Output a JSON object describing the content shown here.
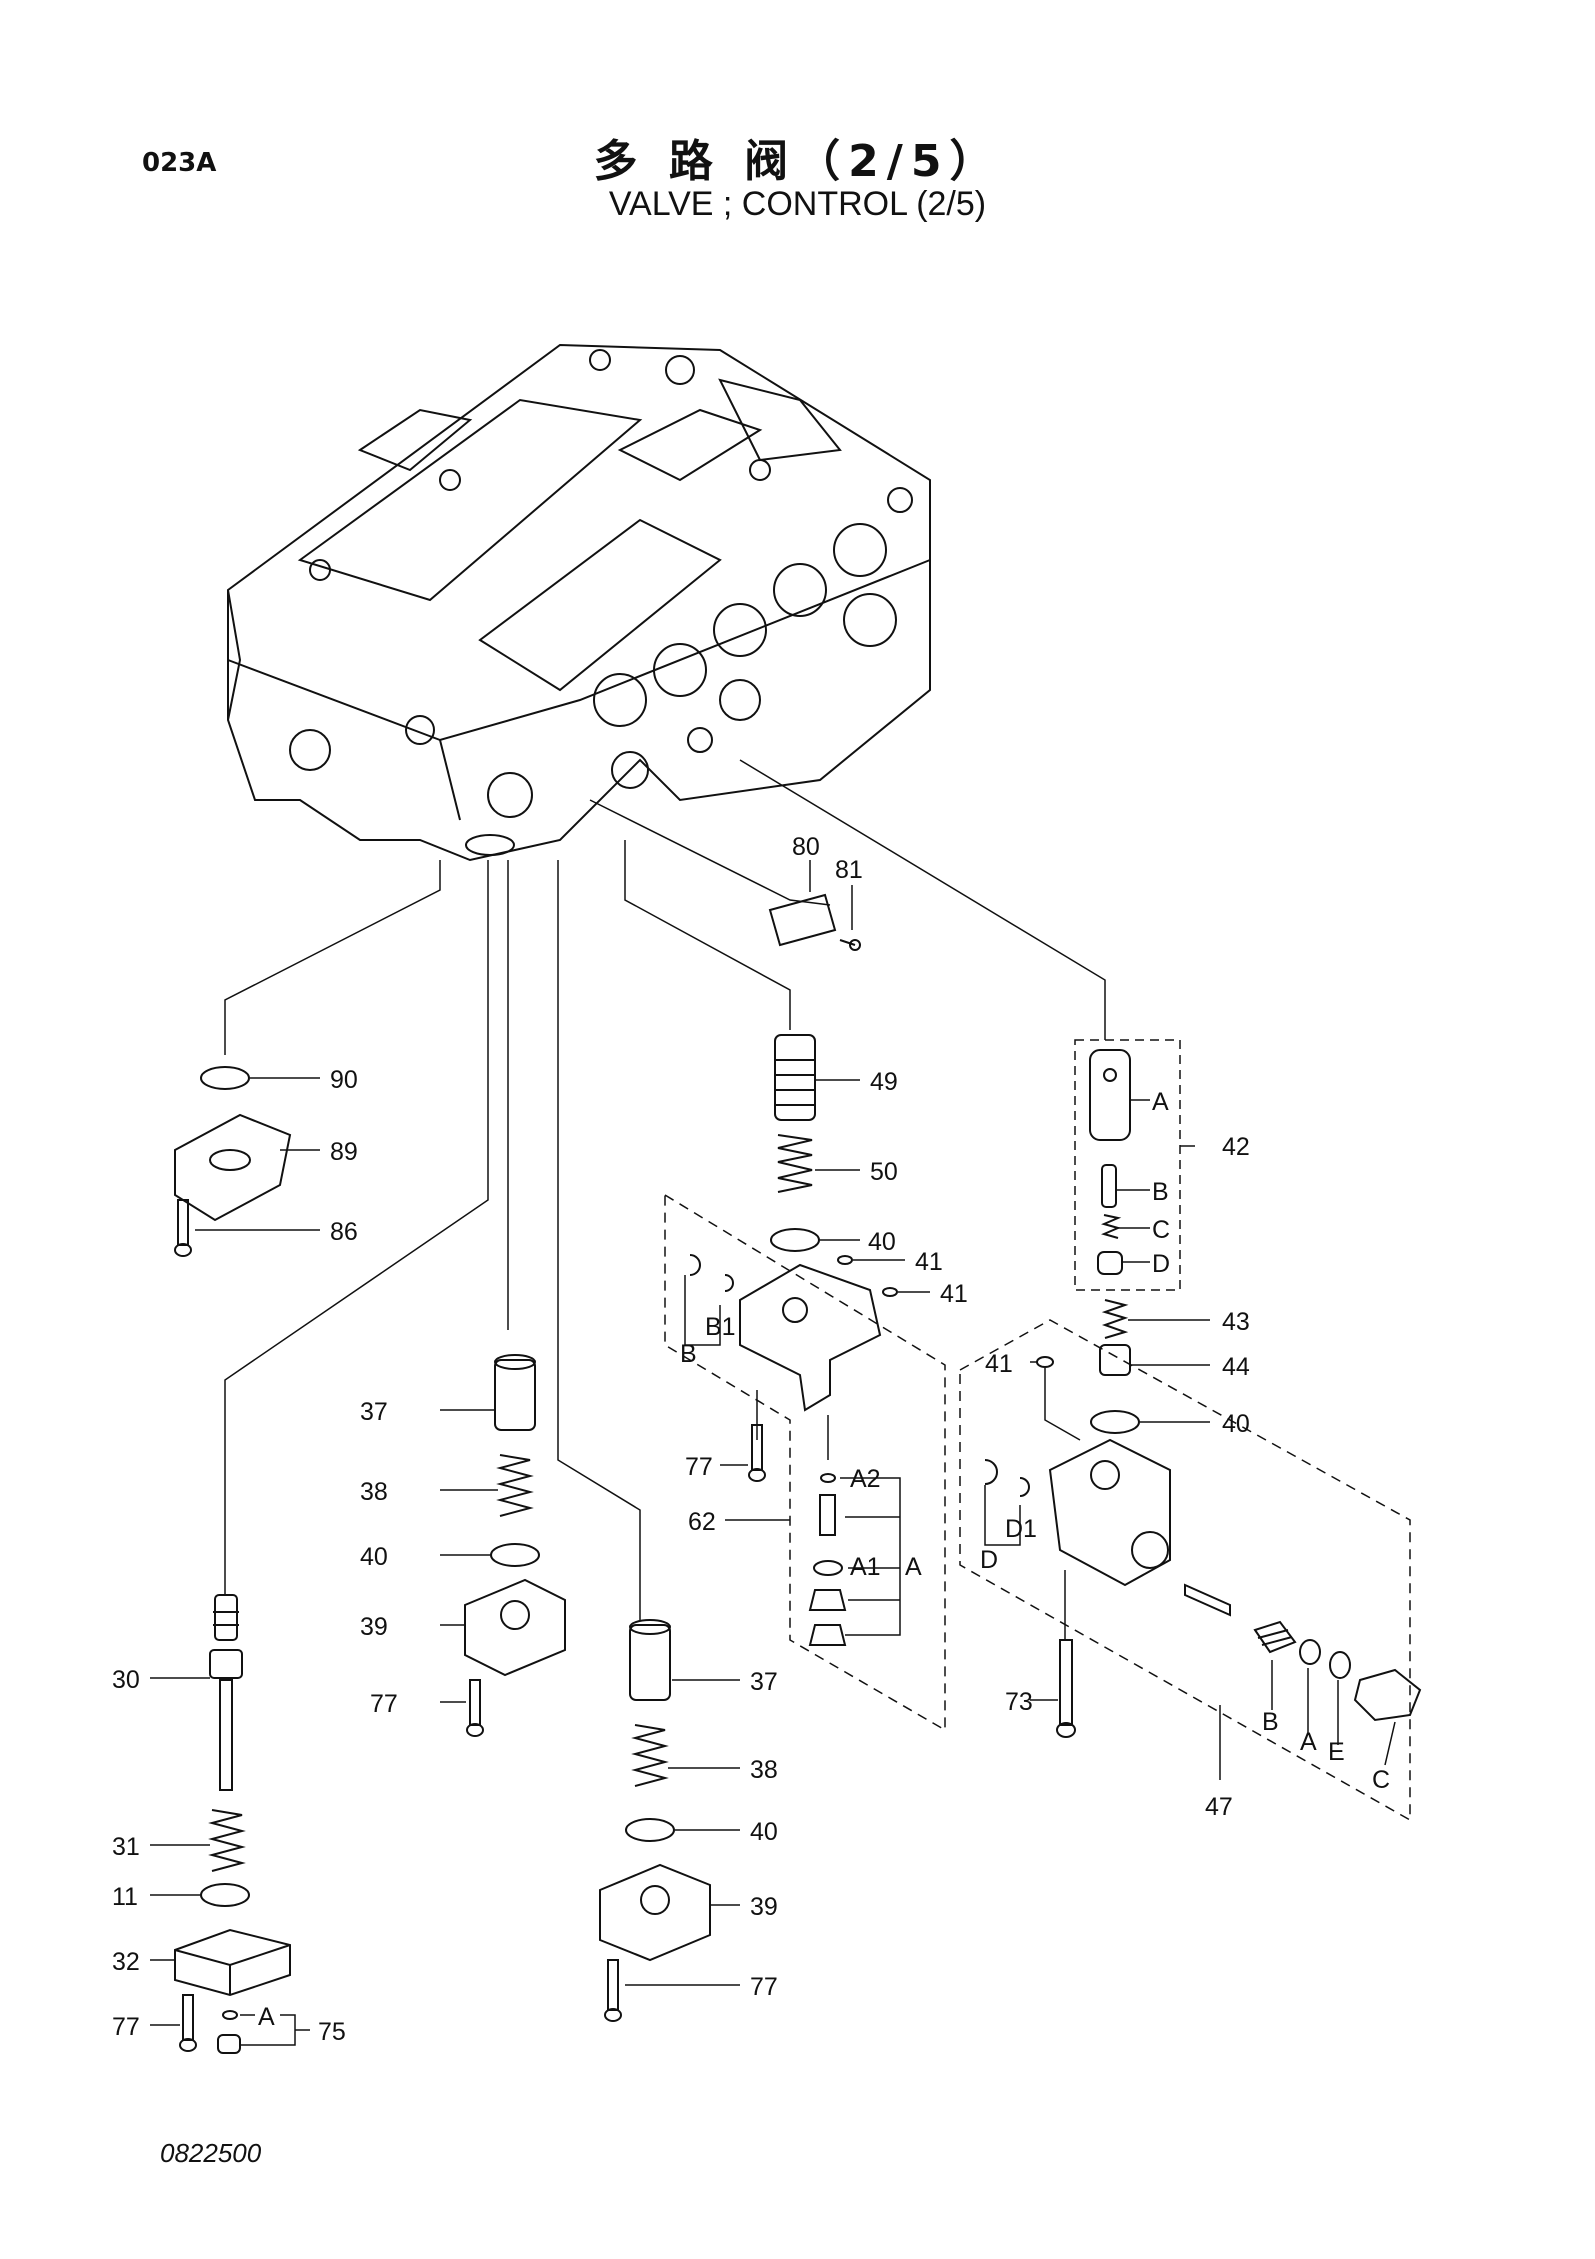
{
  "page_code": "023A",
  "title_cn": "多 路 阀（2/5）",
  "title_en": "VALVE ; CONTROL (2/5)",
  "doc_code": "0822500",
  "callouts": {
    "c80": "80",
    "c81": "81",
    "c90": "90",
    "c89": "89",
    "c86": "86",
    "c49": "49",
    "c50": "50",
    "c40a": "40",
    "c41a": "41",
    "c41b": "41",
    "cB_left": "B",
    "cB1": "B1",
    "c77a": "77",
    "cA2": "A2",
    "c62": "62",
    "cA1": "A1",
    "cA_62": "A",
    "c42": "42",
    "c42A": "A",
    "c42B": "B",
    "c42C": "C",
    "c42D": "D",
    "c43": "43",
    "c44": "44",
    "c41c": "41",
    "c40b": "40",
    "cD1": "D1",
    "cD47": "D",
    "c73": "73",
    "cB47": "B",
    "cA47": "A",
    "cE47": "E",
    "cC47": "C",
    "c47": "47",
    "c37a": "37",
    "c38a": "38",
    "c40c": "40",
    "c39a": "39",
    "c77b": "77",
    "c30": "30",
    "c31": "31",
    "c11": "11",
    "c32": "32",
    "c77c": "77",
    "cA75": "A",
    "c75": "75",
    "c37b": "37",
    "c38b": "38",
    "c40d": "40",
    "c39b": "39",
    "c77d": "77"
  }
}
